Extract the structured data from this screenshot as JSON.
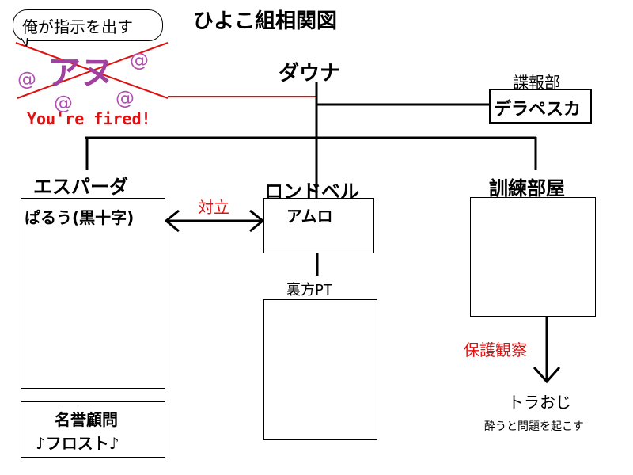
{
  "title": "ひよこ組相関図",
  "leader": {
    "name": "ダウナ"
  },
  "fired_member": {
    "speech": "俺が指示を出す",
    "name": "アヌ",
    "at_symbols": [
      "@",
      "@",
      "@",
      "@",
      "@"
    ],
    "caption": "You're fired!"
  },
  "intel": {
    "dept": "諜報部",
    "member": "デラペスカ"
  },
  "groups": [
    {
      "label": "エスパーダ",
      "member": "ぱるう(黒十字)"
    },
    {
      "label": "ロンドベル",
      "member": "アムロ"
    },
    {
      "label": "訓練部屋",
      "member": ""
    }
  ],
  "rivalry_label": "対立",
  "sub_party": {
    "label": "裏方PT"
  },
  "honorary": {
    "title": "名誉顧問",
    "member": "♪フロスト♪"
  },
  "protection": {
    "label": "保護観察",
    "member": "トラおじ",
    "note": "酔うと問題を起こす"
  },
  "colors": {
    "red": "#e01010",
    "purple": "#a040a0",
    "at_purple": "#b050b0"
  }
}
